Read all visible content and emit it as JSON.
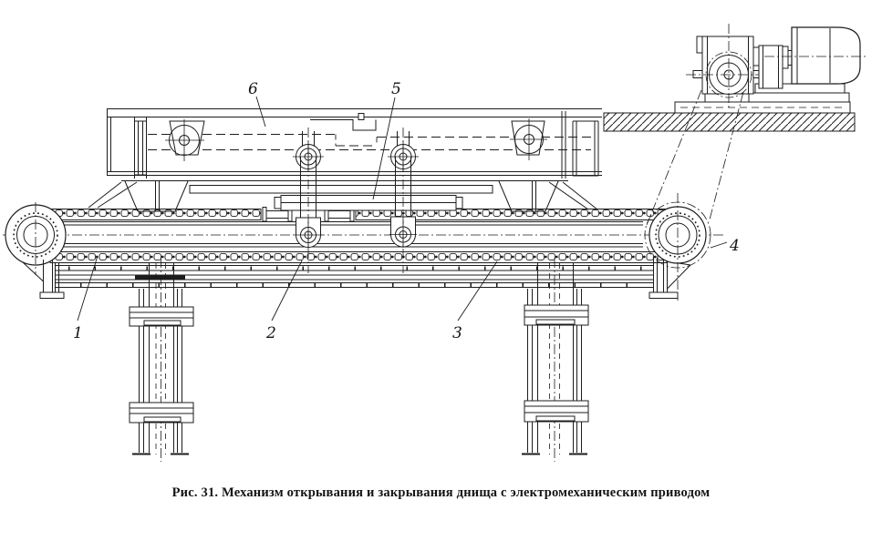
{
  "figure": {
    "caption": "Рис. 31. Механизм открывания и закрывания днища с электромеханическим приводом",
    "callouts": {
      "c1": "1",
      "c2": "2",
      "c3": "3",
      "c4": "4",
      "c5": "5",
      "c6": "6"
    }
  },
  "colors": {
    "ink": "#1c1c1c",
    "paper": "#ffffff"
  }
}
